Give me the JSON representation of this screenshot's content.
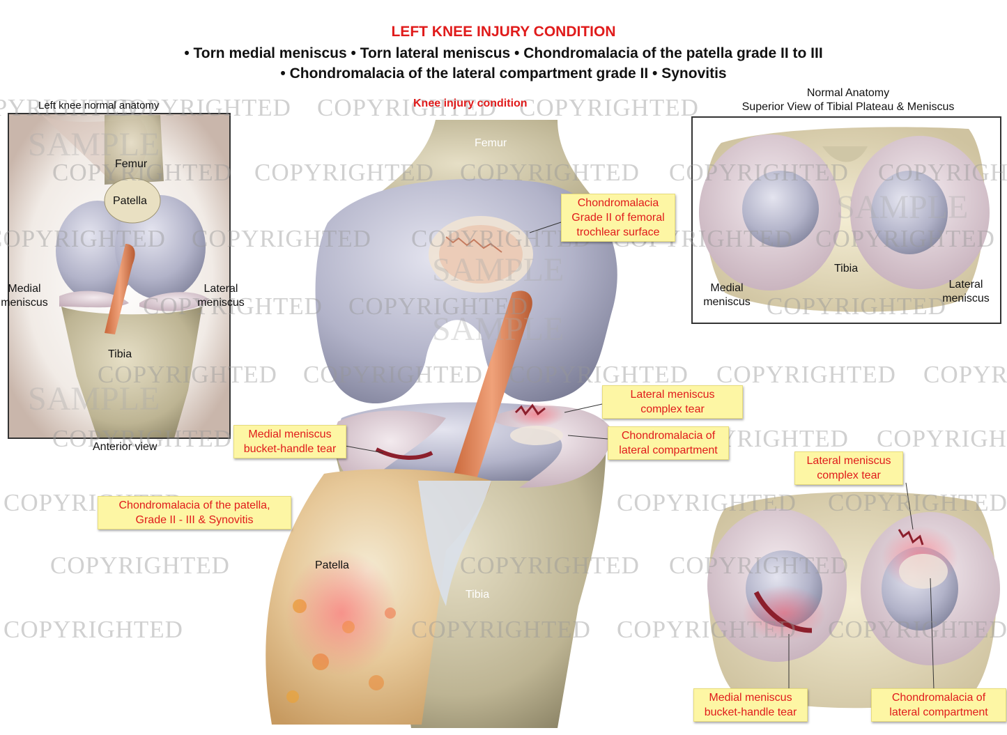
{
  "header": {
    "title": "LEFT KNEE INJURY CONDITION",
    "line1": "• Torn medial meniscus  •  Torn lateral meniscus  •  Chondromalacia of the patella grade II to III",
    "line2": "• Chondromalacia of the lateral compartment grade II  •  Synovitis"
  },
  "left_panel": {
    "caption": "Left knee normal anatomy",
    "view": "Anterior view",
    "femur": "Femur",
    "patella": "Patella",
    "tibia": "Tibia",
    "medial_line1": "Medial",
    "medial_line2": "meniscus",
    "lateral_line1": "Lateral",
    "lateral_line2": "meniscus"
  },
  "center_panel": {
    "caption": "Knee injury condition",
    "femur": "Femur",
    "patella": "Patella",
    "tibia": "Tibia",
    "callout_trochlear": [
      "Chondromalacia",
      "Grade II of femoral",
      "trochlear surface"
    ],
    "callout_lateral_tear": [
      "Lateral meniscus",
      "complex tear"
    ],
    "callout_lateral_comp": [
      "Chondromalacia of",
      "lateral compartment"
    ],
    "callout_medial_tear": [
      "Medial meniscus",
      "bucket-handle tear"
    ],
    "callout_patella": [
      "Chondromalacia of the patella,",
      "Grade II - III & Synovitis"
    ]
  },
  "right_top_panel": {
    "title_line1": "Normal Anatomy",
    "title_line2": "Superior View of Tibial Plateau & Meniscus",
    "tibia": "Tibia",
    "medial_line1": "Medial",
    "medial_line2": "meniscus",
    "lateral_line1": "Lateral",
    "lateral_line2": "meniscus"
  },
  "right_bottom_panel": {
    "callout_lateral_tear": [
      "Lateral meniscus",
      "complex tear"
    ],
    "callout_medial_tear": [
      "Medial meniscus",
      "bucket-handle tear"
    ],
    "callout_lateral_comp": [
      "Chondromalacia of",
      "lateral compartment"
    ]
  },
  "watermark": {
    "word": "COPYRIGHTED",
    "sample": "SAMPLE"
  },
  "colors": {
    "title_red": "#e01b1b",
    "callout_bg": "#fdf6a4",
    "bone": "#cfc6a6",
    "cartilage": "#b9bad0",
    "meniscus": "#ddcfd6",
    "ligament": "#e08a5a"
  }
}
